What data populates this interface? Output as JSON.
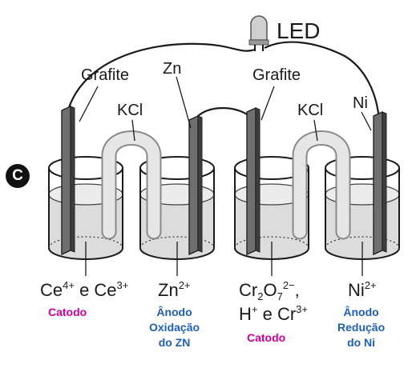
{
  "option_letter": "C",
  "led_label": "LED",
  "electrodes": {
    "e1": "Grafite",
    "e2": "Zn",
    "e3": "Grafite",
    "e4": "Ni"
  },
  "salt_bridges": [
    "KCl",
    "KCl"
  ],
  "solutions": {
    "s1": {
      "species1": "Ce",
      "charge1": "4+",
      "conj": " e ",
      "species2": "Ce",
      "charge2": "3+"
    },
    "s2": {
      "species": "Zn",
      "charge": "2+"
    },
    "s3": {
      "cr": "Cr",
      "sub2": "2",
      "o": "O",
      "sub7": "7",
      "charge": "2−",
      "comma": ",",
      "h": "H",
      "hcharge": "+",
      "conj": " e ",
      "cr2": "Cr",
      "cr2charge": "3+"
    },
    "s4": {
      "species": "Ni",
      "charge": "2+"
    }
  },
  "annotations": {
    "a1": "Catodo",
    "a2": [
      "Ânodo",
      "Oxidação",
      "do ZN"
    ],
    "a3": "Catodo",
    "a4": [
      "Ânodo",
      "Redução",
      "do Ni"
    ]
  },
  "colors": {
    "catodo": "#cc0099",
    "anodo": "#1f5fb5"
  }
}
